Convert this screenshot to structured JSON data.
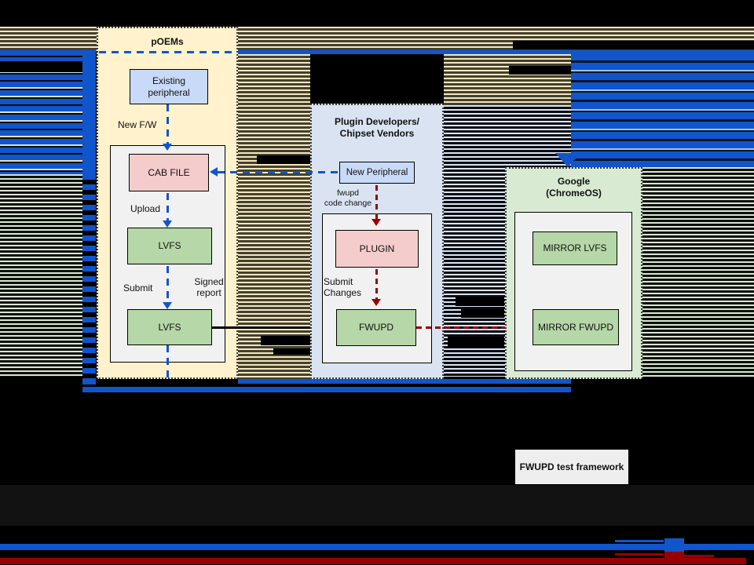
{
  "diagram": {
    "poems": {
      "title": "pOEMs",
      "existing_peripheral": "Existing\nperipheral",
      "new_fw_label": "New F/W",
      "cab_file": "CAB FILE",
      "upload_label": "Upload",
      "lvfs_top": "LVFS",
      "submit_label": "Submit",
      "signed_report_label": "Signed\nreport",
      "lvfs_bottom": "LVFS"
    },
    "plugin_devs": {
      "title": "Plugin Developers/\nChipset Vendors",
      "new_peripheral": "New Peripheral",
      "code_change_label": "fwupd\ncode change",
      "plugin": "PLUGIN",
      "submit_changes_label": "Submit\nChanges",
      "fwupd": "FWUPD"
    },
    "google": {
      "title": "Google\n(ChromeOS)",
      "mirror_lvfs": "MIRROR LVFS",
      "mirror_fwupd": "MIRROR FWUPD"
    },
    "test_framework": {
      "label": "FWUPD test framework"
    }
  },
  "colors": {
    "arrow_blue": "#1155cc",
    "arrow_red": "#990000",
    "arrow_black": "#000000",
    "container_yellow": "#fff2cc",
    "container_blue": "#dae3f1",
    "container_green": "#d9ead3",
    "node_blue": "#c9daf8",
    "node_pink": "#f4cccc",
    "node_green": "#b6d7a8",
    "inner_gray": "#f1f1f1",
    "framework_gray": "#eeeeee",
    "glitch_cream": "#f2e7c0",
    "glitch_dark_band": "#121212"
  }
}
